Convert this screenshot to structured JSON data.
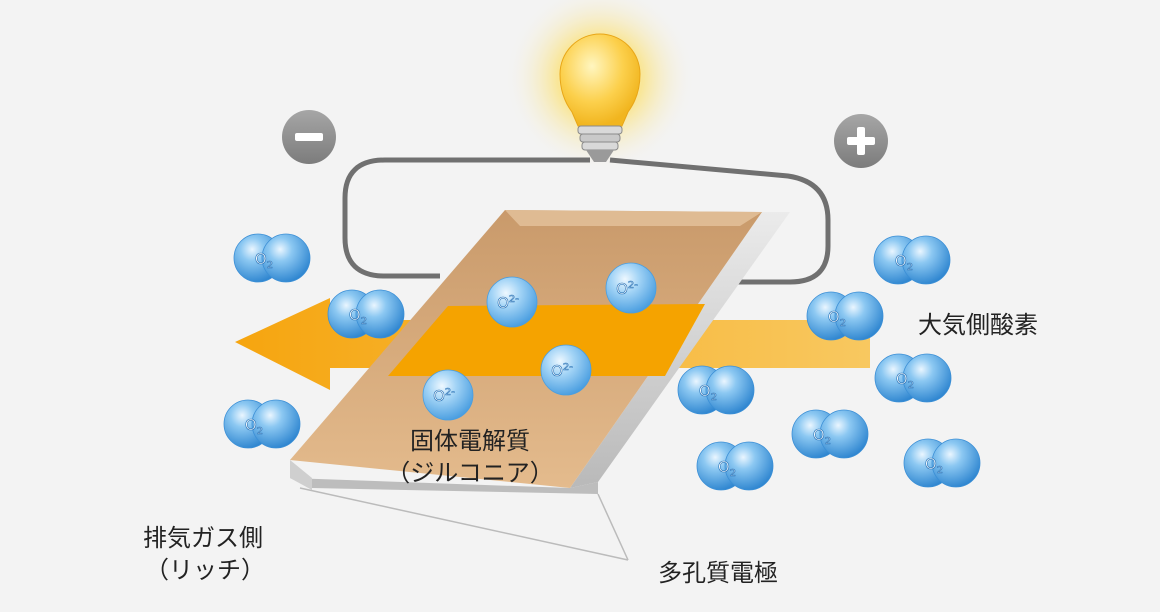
{
  "labels": {
    "atmospheric_oxygen": "大気側酸素",
    "electrolyte_line1": "固体電解質",
    "electrolyte_line2": "（ジルコニア）",
    "exhaust_line1": "排気ガス側",
    "exhaust_line2": "（リッチ）",
    "porous_electrode": "多孔質電極"
  },
  "terminals": {
    "negative": "−",
    "positive": "+"
  },
  "molecules": {
    "oxygen": "O2",
    "oxide_ion": "O2-"
  },
  "icons": [
    "light-bulb-icon",
    "minus-sign-icon",
    "plus-sign-icon",
    "arrow-icon"
  ],
  "colors": {
    "background": "#f3f3f3",
    "arrow": "#f4a816",
    "plate_top": "#d9a978",
    "plate_band": "#f5a300",
    "plate_side": "#c8c8c8",
    "molecule": "#5aa9e6",
    "terminal": "#8f8f8f",
    "wire": "#707070",
    "bulb": "#fcd04c"
  }
}
